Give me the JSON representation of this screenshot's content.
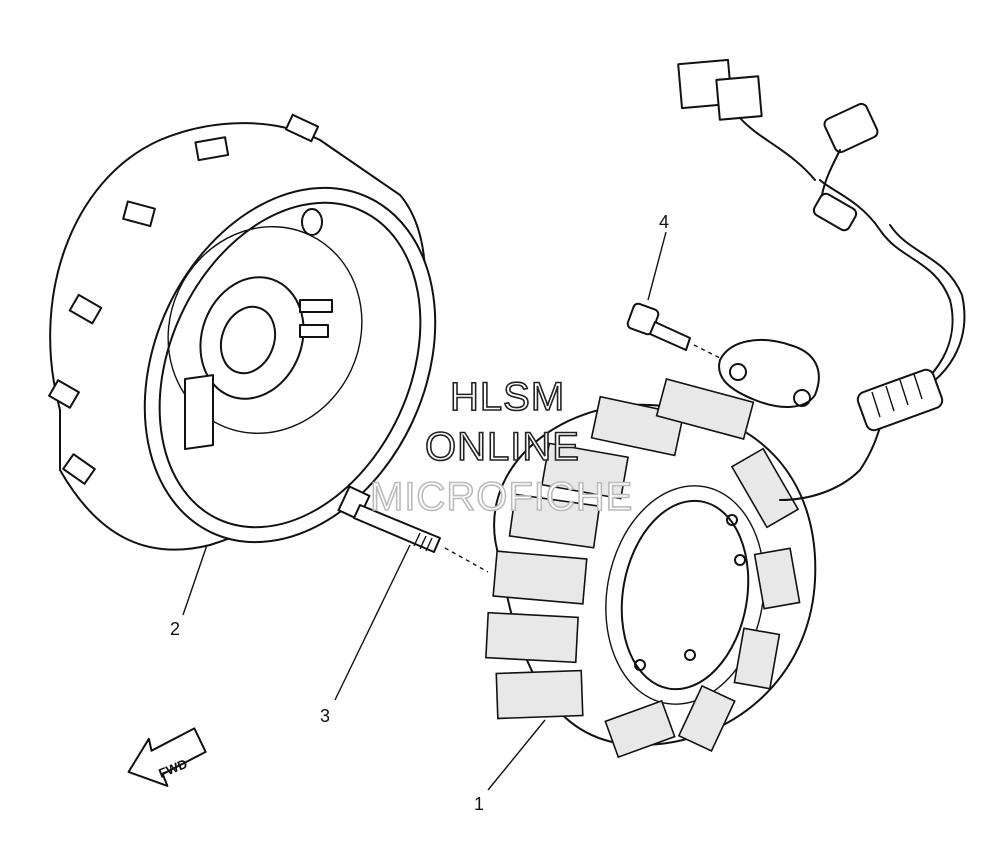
{
  "diagram": {
    "callouts": [
      "1",
      "2",
      "3",
      "4"
    ],
    "watermark": [
      "HLSM",
      "ONLINE",
      "MICROFICHE"
    ],
    "direction_label": "FWD"
  }
}
